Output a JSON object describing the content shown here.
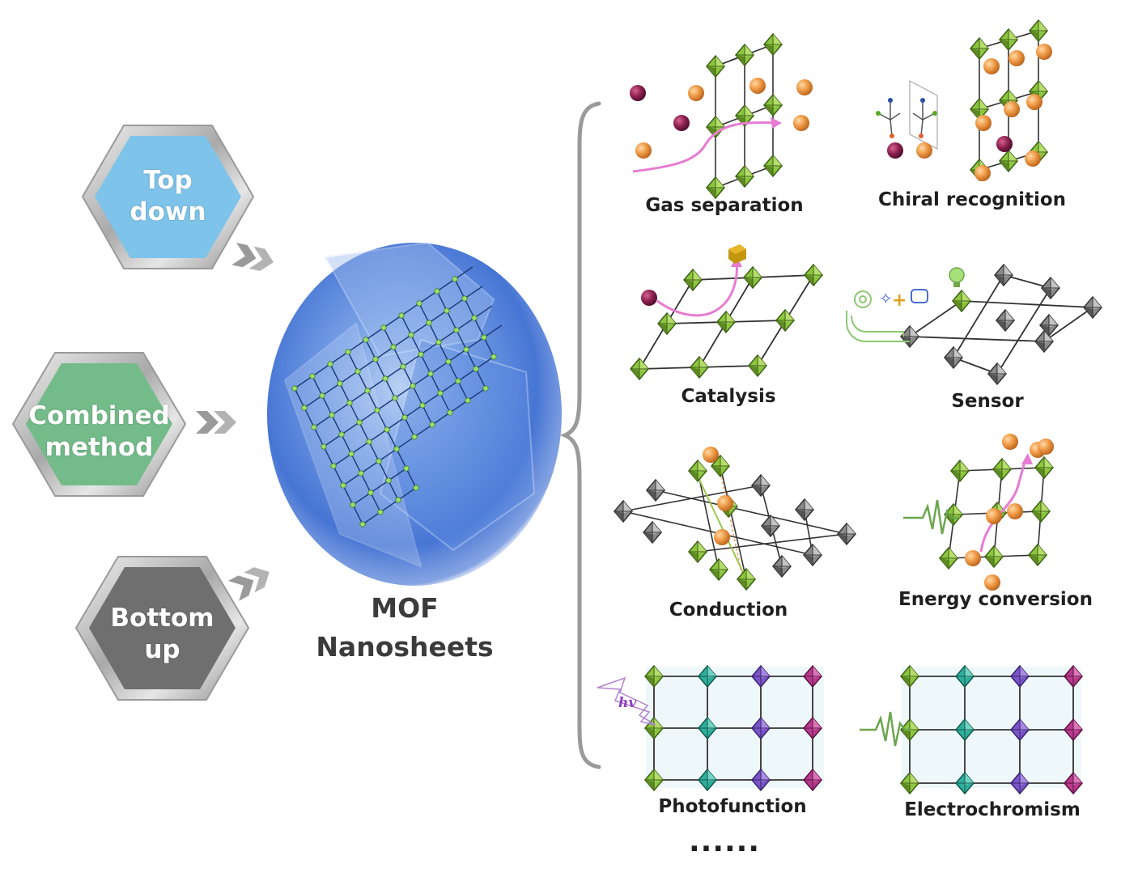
{
  "methods": {
    "top_down": {
      "line1": "Top",
      "line2": "down",
      "color": "#7ec3ea"
    },
    "combined": {
      "line1": "Combined",
      "line2": "method",
      "color": "#74bb8a"
    },
    "bottom_up": {
      "line1": "Bottom",
      "line2": "up",
      "color": "#6f6f6f"
    }
  },
  "center": {
    "line1": "MOF",
    "line2": "Nanosheets"
  },
  "applications": {
    "gas_separation": "Gas separation",
    "chiral_recognition": "Chiral recognition",
    "catalysis": "Catalysis",
    "sensor": "Sensor",
    "conduction": "Conduction",
    "energy_conversion": "Energy conversion",
    "photofunction": "Photofunction",
    "electrochromism": "Electrochromism"
  },
  "hv_symbol": "hv",
  "ellipsis": "......",
  "colors": {
    "node_green": "#7cb83a",
    "node_gray": "#7a7a7a",
    "node_teal": "#2fae9c",
    "node_purple": "#7b55c8",
    "node_magenta": "#b83a8c",
    "sphere_orange": "#e9903a",
    "sphere_maroon": "#8a1f4e",
    "arrow_pink": "#e87bd2",
    "nanosheet_blue": "#4a7fd6"
  }
}
